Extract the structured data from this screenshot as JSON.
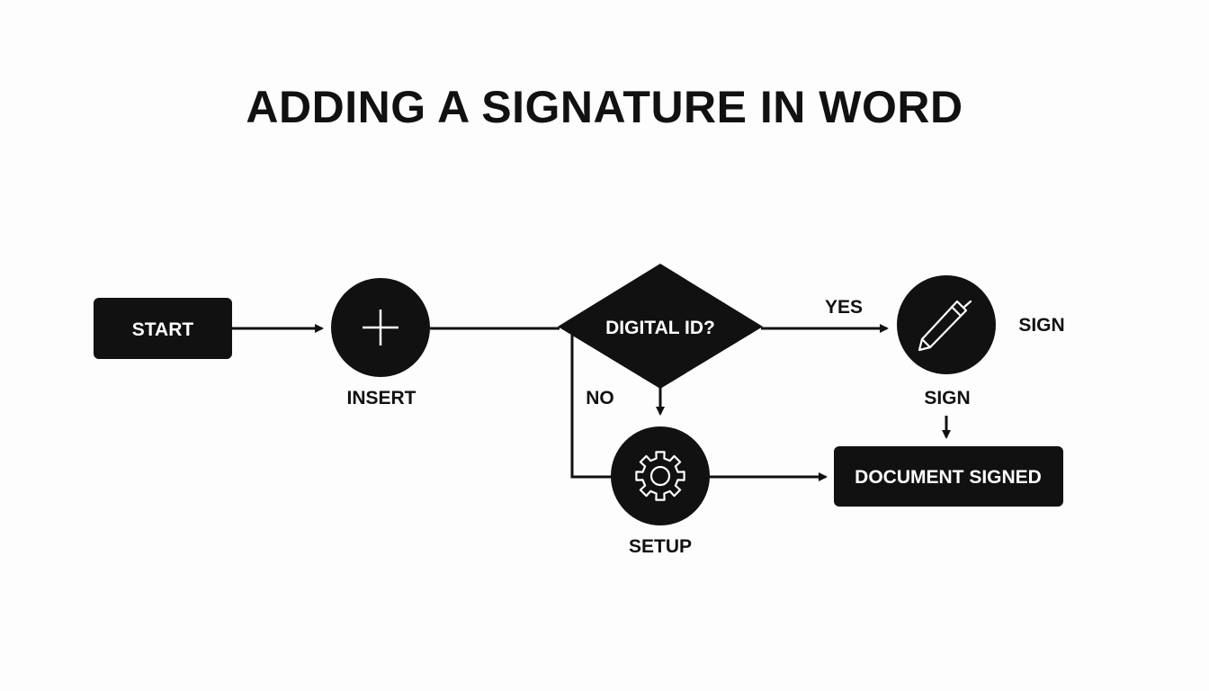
{
  "title": "ADDING A SIGNATURE IN WORD",
  "nodes": {
    "start": "START",
    "insert": "INSERT",
    "decision": "DIGITAL ID?",
    "sign_side": "SIGN",
    "sign_below": "SIGN",
    "setup": "SETUP",
    "document_signed": "DOCUMENT SIGNED"
  },
  "edges": {
    "yes": "YES",
    "no": "NO"
  },
  "icons": {
    "insert": "plus-icon",
    "sign": "pen-icon",
    "setup": "gear-icon"
  },
  "colors": {
    "node_fill": "#111111",
    "node_text": "#ffffff",
    "background": "#fdfdfd"
  }
}
